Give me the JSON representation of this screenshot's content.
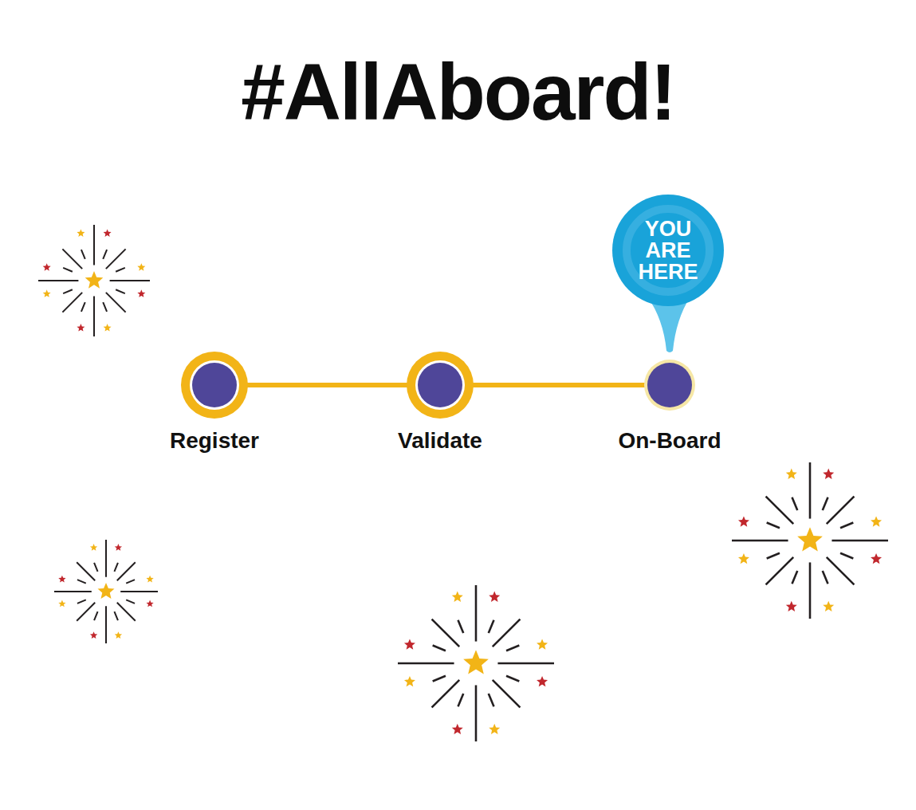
{
  "diagram": {
    "title": "#AllAboard!",
    "nodes": [
      {
        "text": [
          "Register"
        ]
      },
      {
        "text": [
          "Validate"
        ]
      },
      {
        "text": [
          "On-Board"
        ]
      }
    ],
    "edges": [
      {
        "from": 0,
        "to": 1,
        "arrow": "none"
      },
      {
        "from": 1,
        "to": 2,
        "arrow": "none"
      }
    ],
    "labels": [
      "YOU ARE HERE"
    ]
  }
}
